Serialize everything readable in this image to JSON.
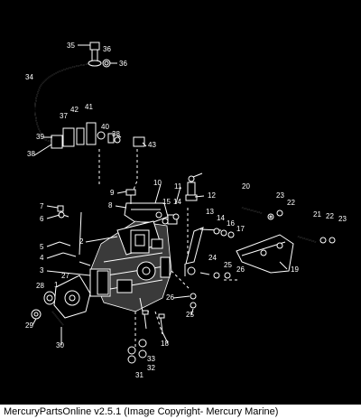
{
  "caption": "MercuryPartsOnline v2.5.1 (Image Copyright- Mercury Marine)",
  "callouts": [
    "1",
    "2",
    "3",
    "4",
    "5",
    "6",
    "7",
    "8",
    "9",
    "10",
    "11",
    "12",
    "13",
    "14",
    "14",
    "15",
    "16",
    "17",
    "18",
    "19",
    "20",
    "21",
    "22",
    "22",
    "23",
    "23",
    "24",
    "25",
    "25",
    "26",
    "26",
    "27",
    "28",
    "29",
    "30",
    "31",
    "32",
    "33",
    "34",
    "35",
    "36",
    "36",
    "37",
    "38",
    "38",
    "39",
    "40",
    "41",
    "42",
    "43"
  ]
}
